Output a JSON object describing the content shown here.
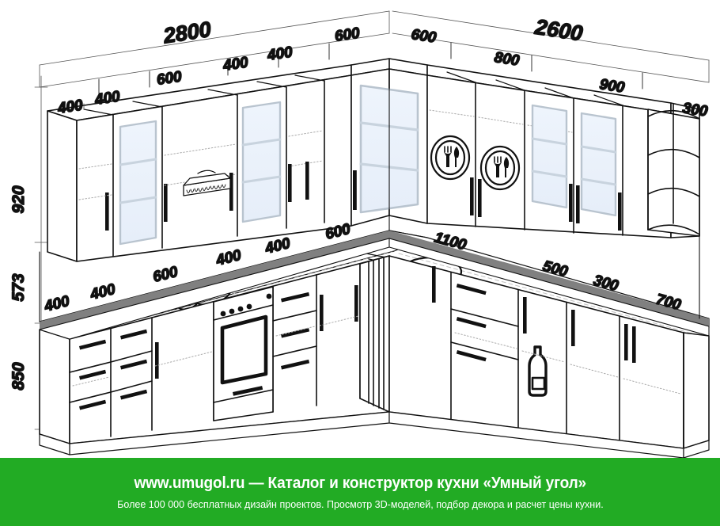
{
  "page": {
    "title": "Isometric kitchen layout drawing — corner kitchen",
    "background_color": "#ffffff"
  },
  "colors": {
    "line": "#111111",
    "glass_fill": "#eaf2fb",
    "glass_frame": "#b9c4cf",
    "countertop": "#808080",
    "handle": "#111111",
    "banner_green": "#22ab24",
    "banner_text": "#ffffff"
  },
  "dimensions": {
    "left_wall": {
      "total": "2800",
      "upper_segments": [
        "400",
        "400",
        "600",
        "400",
        "400",
        "600"
      ],
      "lower_segments": [
        "400",
        "400",
        "600",
        "400",
        "400",
        "600"
      ]
    },
    "right_wall": {
      "total": "2600",
      "upper_segments": [
        "600",
        "800",
        "900",
        "300"
      ],
      "lower_segments": [
        "1100",
        "500",
        "300",
        "700"
      ]
    },
    "vertical": {
      "upper_cabinets": "920",
      "backsplash": "573",
      "base_cabinets": "850"
    }
  },
  "labels": {
    "total_left": "2800",
    "total_right": "2600",
    "u_l1": "400",
    "u_l2": "400",
    "u_l3": "600",
    "u_l4": "400",
    "u_l5": "400",
    "u_l6": "600",
    "u_r1": "600",
    "u_r2": "800",
    "u_r3": "900",
    "u_r4": "300",
    "b_l1": "400",
    "b_l2": "400",
    "b_l3": "600",
    "b_l4": "400",
    "b_l5": "400",
    "b_l6": "600",
    "b_r1": "1100",
    "b_r2": "500",
    "b_r3": "300",
    "b_r4": "700",
    "v_upper": "920",
    "v_mid": "573",
    "v_base": "850"
  },
  "icons": {
    "dish_dryer": "fork-and-knife-plate-icon",
    "bottle_rack": "wine-bottle-icon",
    "hood": "range-hood-icon",
    "cooktop": "four-burner-cooktop-icon",
    "oven": "built-in-oven-icon",
    "sink": "round-sink-icon"
  },
  "footer": {
    "line1": "www.umugol.ru  —  Каталог и конструктор кухни «Умный угол»",
    "line2": "Более 100 000 бесплатных дизайн проектов. Просмотр 3D-моделей, подбор декора и расчет цены кухни."
  }
}
